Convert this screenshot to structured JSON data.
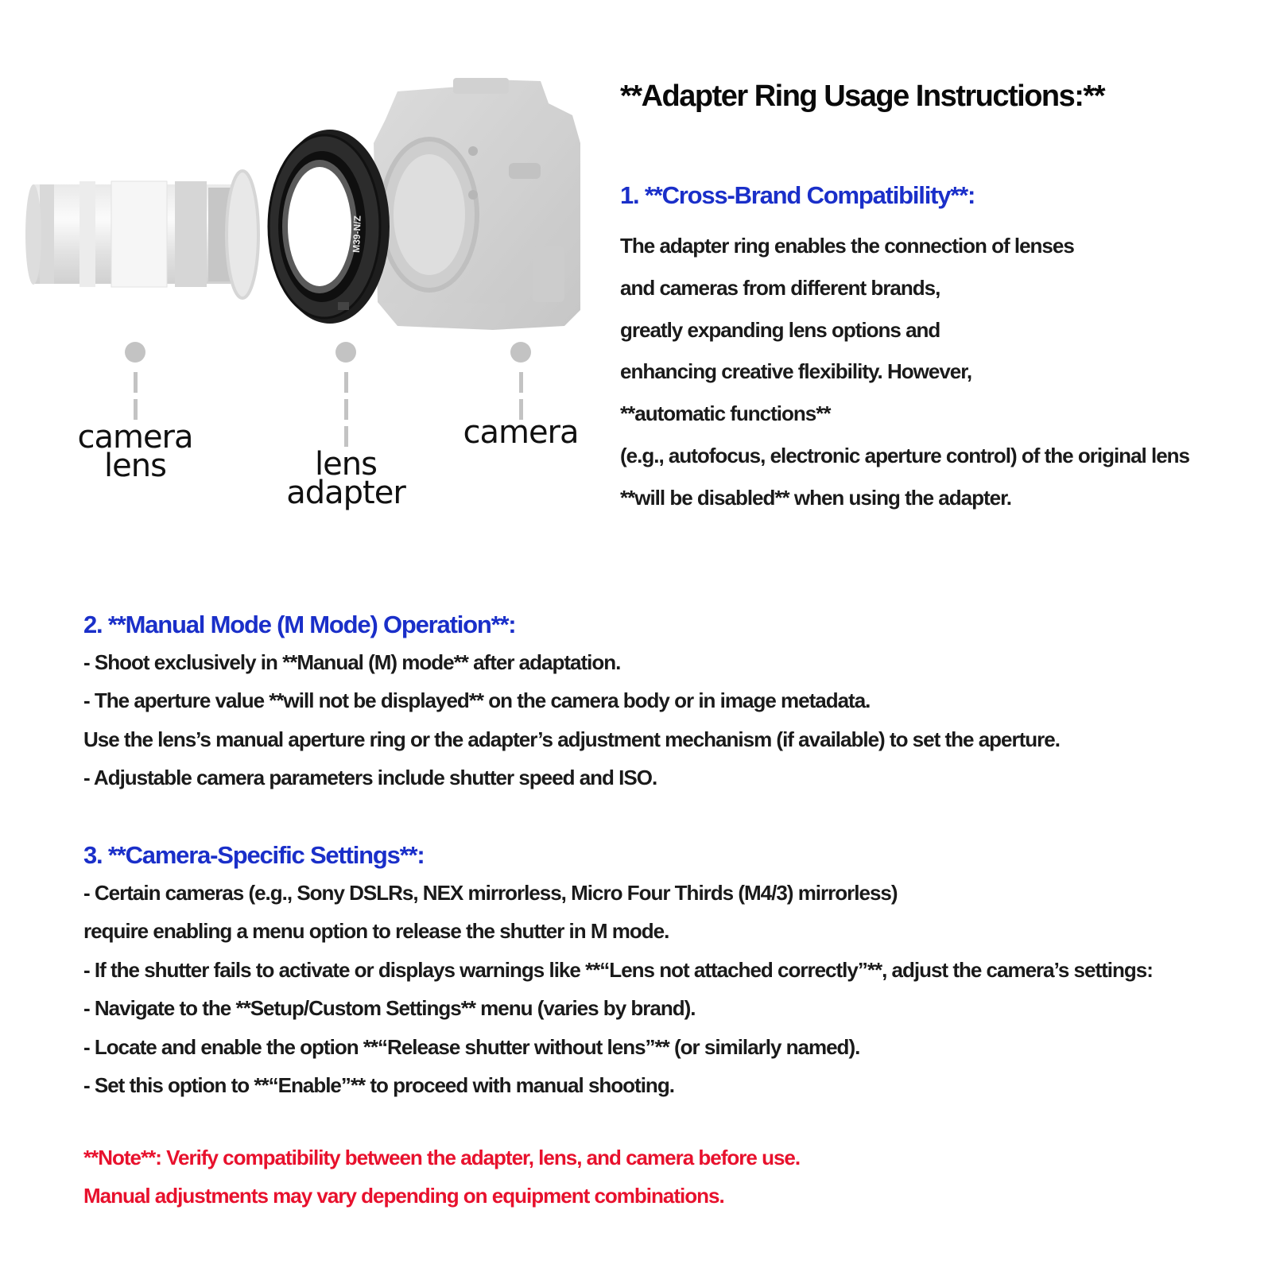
{
  "illustration": {
    "adapter_engraving": "M39-N/Z",
    "labels": {
      "camera_lens": "camera\nlens",
      "lens_adapter": "lens\nadapter",
      "camera": "camera"
    }
  },
  "title": "**Adapter Ring Usage Instructions:**",
  "section1": {
    "heading": "1. **Cross-Brand Compatibility**:",
    "lines": [
      "The adapter ring enables the connection of lenses",
      "and cameras from different brands,",
      "greatly expanding lens options and",
      "enhancing creative flexibility. However,",
      "**automatic functions**",
      "(e.g., autofocus, electronic aperture control) of the original lens",
      "**will be disabled** when using the adapter."
    ]
  },
  "section2": {
    "heading": "2. **Manual Mode (M Mode) Operation**:",
    "lines": [
      "- Shoot exclusively in **Manual (M) mode** after adaptation.",
      "- The aperture value **will not be displayed** on the camera body or in image metadata.",
      " Use the lens’s manual aperture ring or the adapter’s adjustment mechanism (if available) to set the aperture.",
      "- Adjustable camera parameters include shutter speed and ISO."
    ]
  },
  "section3": {
    "heading": "3. **Camera-Specific Settings**:",
    "lines": [
      "- Certain cameras (e.g., Sony DSLRs, NEX mirrorless, Micro Four Thirds (M4/3) mirrorless)",
      "require enabling a menu option to release the shutter in M mode.",
      "- If the shutter fails to activate or displays warnings like **“Lens not attached correctly”**, adjust the camera’s settings:",
      "- Navigate to the **Setup/Custom Settings** menu (varies by brand).",
      "- Locate and enable the option **“Release shutter without lens”** (or similarly named).",
      "- Set this option to **“Enable”** to proceed with manual shooting."
    ]
  },
  "note": {
    "lines": [
      "**Note**: Verify compatibility between the adapter, lens, and camera before use.",
      "Manual adjustments may vary depending on equipment combinations."
    ]
  },
  "colors": {
    "heading": "#1a2fc9",
    "note": "#e8112d",
    "body_text": "#1a1a1a",
    "callout_gray": "#c3c3c3"
  }
}
